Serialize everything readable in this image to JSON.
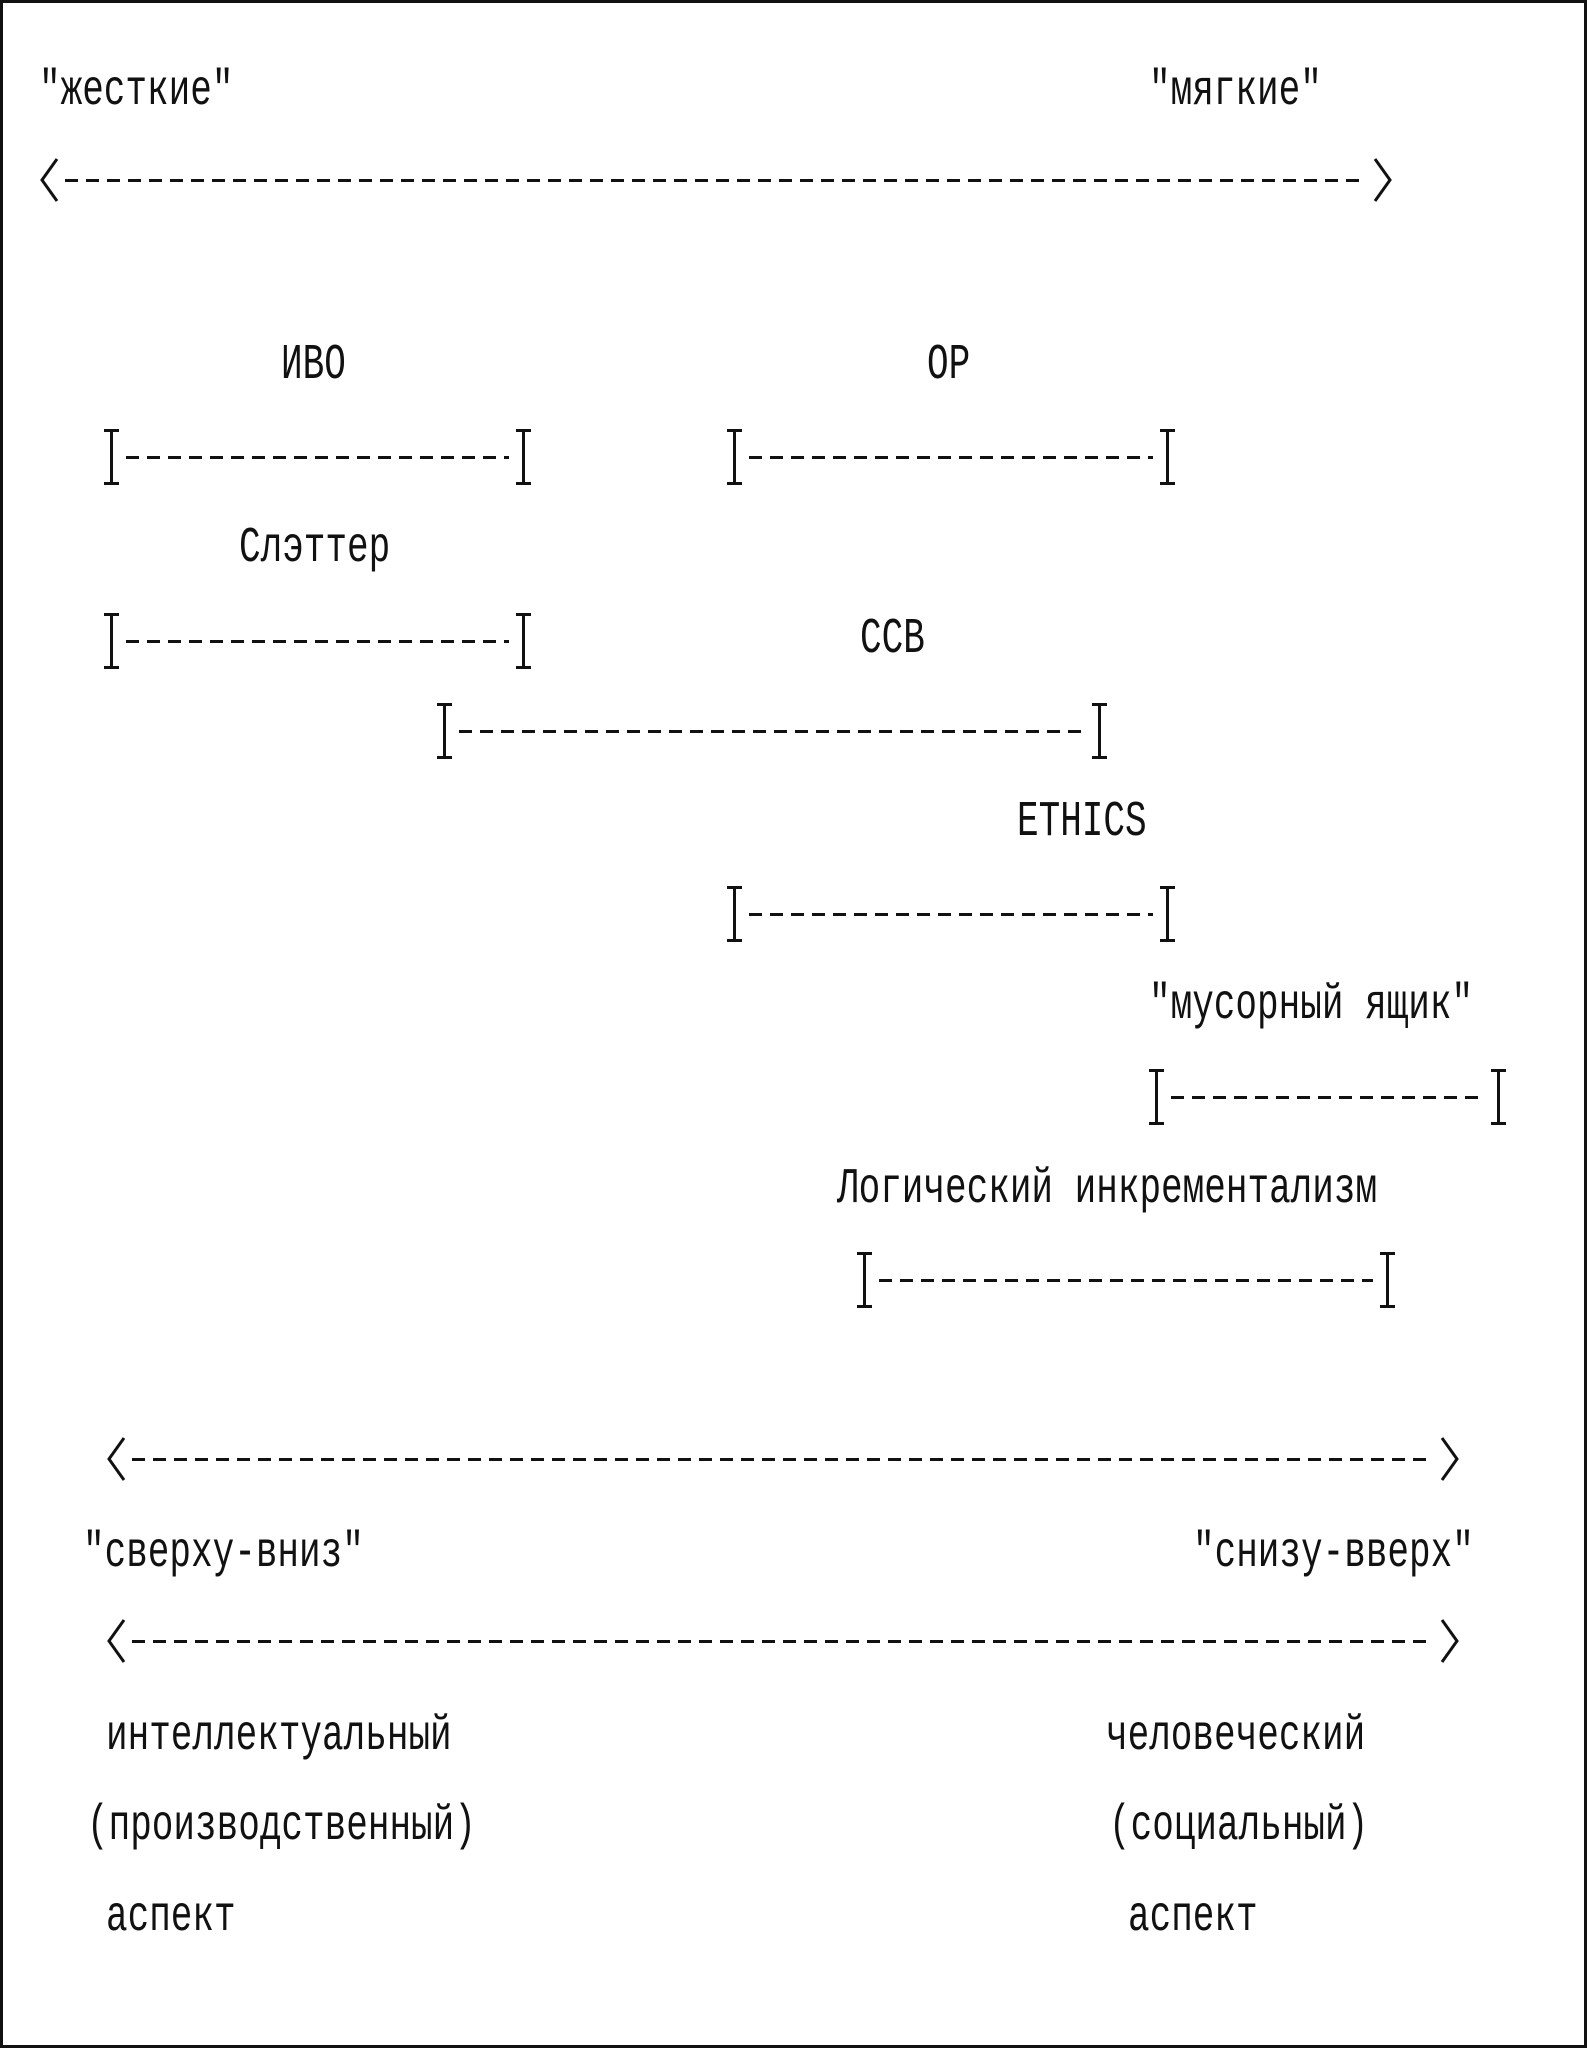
{
  "axis_top": {
    "left_label": "\"жесткие\"",
    "right_label": "\"мягкие\""
  },
  "approaches": [
    {
      "label": "ИВО"
    },
    {
      "label": "ОР"
    },
    {
      "label": "Слэттер"
    },
    {
      "label": "ССВ"
    },
    {
      "label": "ETHICS"
    },
    {
      "label": "\"мусорный ящик\""
    },
    {
      "label": "Логический инкрементализм"
    }
  ],
  "axis_bottom": {
    "left_label": "\"сверху-вниз\"",
    "right_label": "\"снизу-вверх\""
  },
  "aspects": {
    "left": {
      "line1": "интеллектуальный",
      "line2": "(производственный)",
      "line3": "аспект"
    },
    "right": {
      "line1": "человеческий",
      "line2": "(социальный)",
      "line3": "аспект"
    }
  },
  "colors": {
    "ink": "#111111",
    "background": "#ffffff"
  }
}
